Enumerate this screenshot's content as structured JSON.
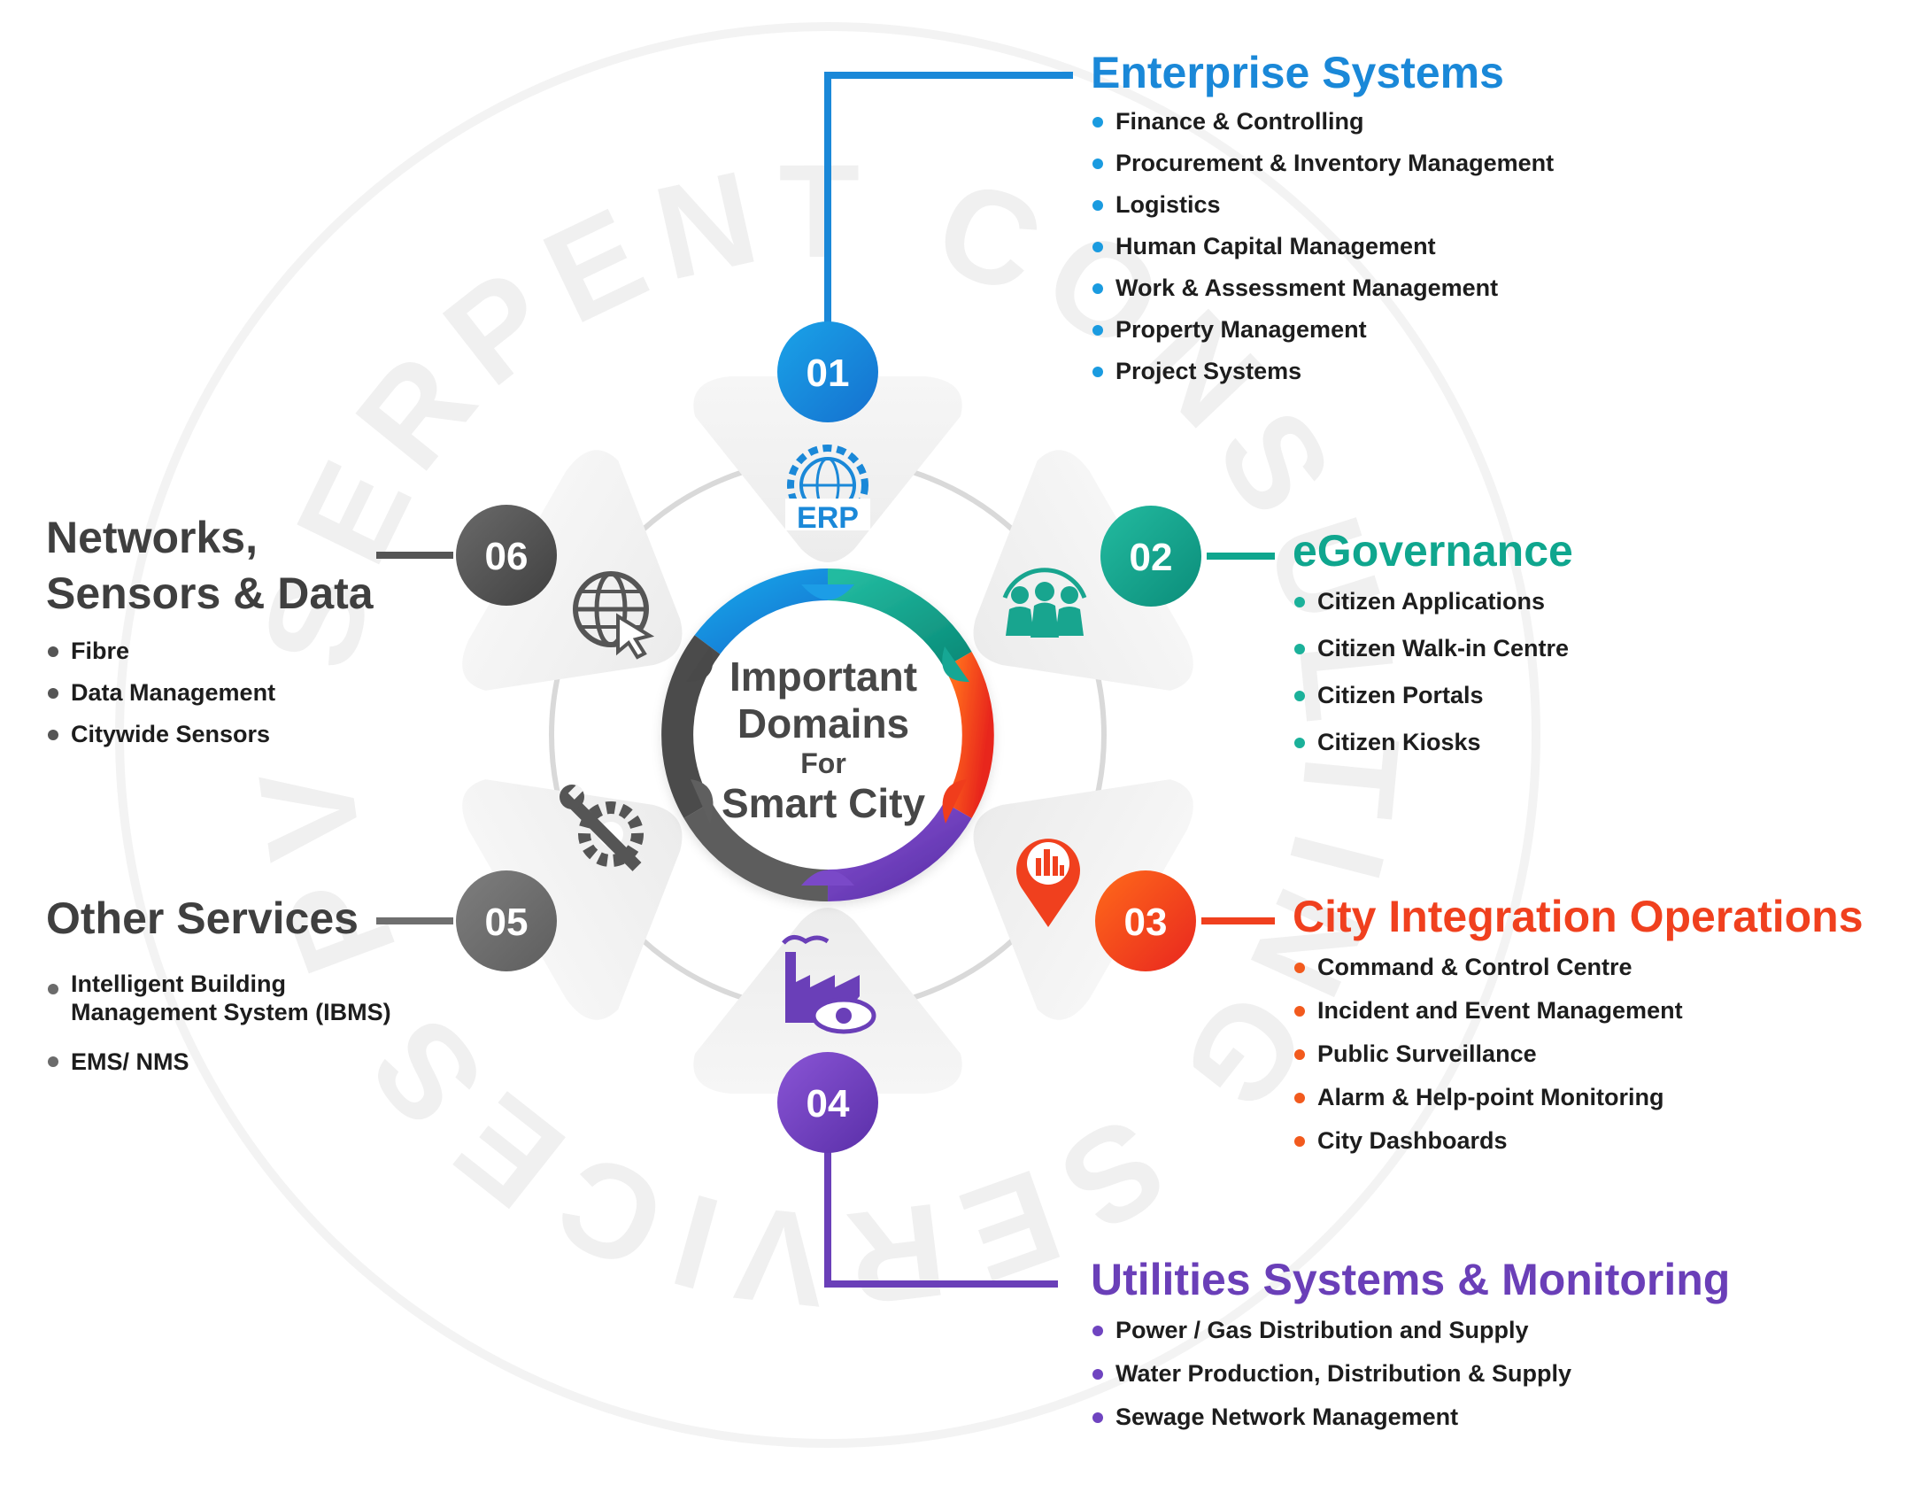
{
  "center": {
    "line1": "Important",
    "line2": "Domains",
    "line3": "For",
    "line4": "Smart City"
  },
  "watermark": "SERPENT CONSULTING SERVICES PVT. LTD.",
  "domains": [
    {
      "number": "01",
      "title": "Enterprise Systems",
      "color": "#1a88d8",
      "icon_name": "erp-gear-icon",
      "icon_text": "ERP",
      "items": [
        "Finance & Controlling",
        "Procurement & Inventory Management",
        "Logistics",
        "Human Capital Management",
        "Work & Assessment Management",
        "Property Management",
        "Project Systems"
      ]
    },
    {
      "number": "02",
      "title": "eGovernance",
      "color": "#0fa68e",
      "icon_name": "citizens-group-icon",
      "items": [
        "Citizen Applications",
        "Citizen Walk-in Centre",
        "Citizen Portals",
        "Citizen Kiosks"
      ]
    },
    {
      "number": "03",
      "title": "City Integration Operations",
      "color": "#f0401e",
      "icon_name": "city-location-pin-icon",
      "items": [
        "Command & Control Centre",
        "Incident and Event Management",
        "Public Surveillance",
        "Alarm & Help-point Monitoring",
        "City Dashboards"
      ]
    },
    {
      "number": "04",
      "title": "Utilities Systems & Monitoring",
      "color": "#6a3fb8",
      "icon_name": "factory-eye-icon",
      "items": [
        "Power / Gas Distribution and Supply",
        "Water Production, Distribution & Supply",
        "Sewage Network Management"
      ]
    },
    {
      "number": "05",
      "title": "Other Services",
      "color": "#6f6f6f",
      "icon_name": "gear-wrench-icon",
      "items": [
        "Intelligent Building Management System (IBMS)",
        "EMS/ NMS"
      ]
    },
    {
      "number": "06",
      "title_line1": "Networks,",
      "title_line2": "Sensors & Data",
      "color": "#555555",
      "icon_name": "globe-cursor-icon",
      "items": [
        "Fibre",
        "Data Management",
        "Citywide Sensors"
      ]
    }
  ]
}
